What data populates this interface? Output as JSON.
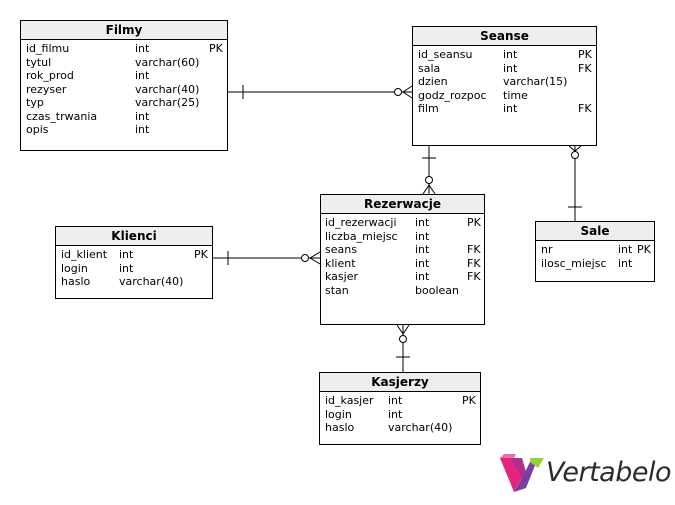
{
  "diagram": {
    "tables": [
      {
        "id": "filmy",
        "title": "Filmy",
        "columns": [
          {
            "name": "id_filmu",
            "type": "int",
            "key": "PK"
          },
          {
            "name": "tytul",
            "type": "varchar(60)",
            "key": ""
          },
          {
            "name": "rok_prod",
            "type": "int",
            "key": ""
          },
          {
            "name": "rezyser",
            "type": "varchar(40)",
            "key": ""
          },
          {
            "name": "typ",
            "type": "varchar(25)",
            "key": ""
          },
          {
            "name": "czas_trwania",
            "type": "int",
            "key": ""
          },
          {
            "name": "opis",
            "type": "int",
            "key": ""
          }
        ]
      },
      {
        "id": "seanse",
        "title": "Seanse",
        "columns": [
          {
            "name": "id_seansu",
            "type": "int",
            "key": "PK"
          },
          {
            "name": "sala",
            "type": "int",
            "key": "FK"
          },
          {
            "name": "dzien",
            "type": "varchar(15)",
            "key": ""
          },
          {
            "name": "godz_rozpoc",
            "type": "time",
            "key": ""
          },
          {
            "name": "film",
            "type": "int",
            "key": "FK"
          }
        ]
      },
      {
        "id": "rezerwacje",
        "title": "Rezerwacje",
        "columns": [
          {
            "name": "id_rezerwacji",
            "type": "int",
            "key": "PK"
          },
          {
            "name": "liczba_miejsc",
            "type": "int",
            "key": ""
          },
          {
            "name": "seans",
            "type": "int",
            "key": "FK"
          },
          {
            "name": "klient",
            "type": "int",
            "key": "FK"
          },
          {
            "name": "kasjer",
            "type": "int",
            "key": "FK"
          },
          {
            "name": "stan",
            "type": "boolean",
            "key": ""
          }
        ]
      },
      {
        "id": "klienci",
        "title": "Klienci",
        "columns": [
          {
            "name": "id_klient",
            "type": "int",
            "key": "PK"
          },
          {
            "name": "login",
            "type": "int",
            "key": ""
          },
          {
            "name": "haslo",
            "type": "varchar(40)",
            "key": ""
          }
        ]
      },
      {
        "id": "sale",
        "title": "Sale",
        "columns": [
          {
            "name": "nr",
            "type": "int",
            "key": "PK"
          },
          {
            "name": "ilosc_miejsc",
            "type": "int",
            "key": ""
          }
        ]
      },
      {
        "id": "kasjerzy",
        "title": "Kasjerzy",
        "columns": [
          {
            "name": "id_kasjer",
            "type": "int",
            "key": "PK"
          },
          {
            "name": "login",
            "type": "int",
            "key": ""
          },
          {
            "name": "haslo",
            "type": "varchar(40)",
            "key": ""
          }
        ]
      }
    ],
    "relationships": [
      {
        "from": "filmy",
        "to": "seanse",
        "from_card": "one",
        "to_card": "zero-or-many"
      },
      {
        "from": "seanse",
        "to": "rezerwacje",
        "from_card": "one",
        "to_card": "zero-or-many"
      },
      {
        "from": "sale",
        "to": "seanse",
        "from_card": "one",
        "to_card": "zero-or-many"
      },
      {
        "from": "klienci",
        "to": "rezerwacje",
        "from_card": "one",
        "to_card": "zero-or-many"
      },
      {
        "from": "kasjerzy",
        "to": "rezerwacje",
        "from_card": "one",
        "to_card": "zero-or-many"
      }
    ]
  },
  "brand": {
    "name": "Vertabelo",
    "colors": [
      "#e3257e",
      "#7b3fa0",
      "#9ad13a"
    ],
    "icon": "vertabelo-logo-mark"
  }
}
